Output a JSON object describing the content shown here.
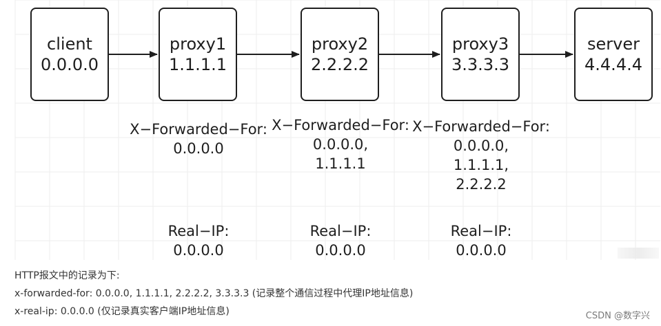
{
  "diagram": {
    "nodes": [
      {
        "name": "client",
        "ip": "0.0.0.0"
      },
      {
        "name": "proxy1",
        "ip": "1.1.1.1"
      },
      {
        "name": "proxy2",
        "ip": "2.2.2.2"
      },
      {
        "name": "proxy3",
        "ip": "3.3.3.3"
      },
      {
        "name": "server",
        "ip": "4.4.4.4"
      }
    ],
    "forwarded": [
      {
        "header": "X−Forwarded−For:",
        "lines": [
          "0.0.0.0"
        ]
      },
      {
        "header": "X−Forwarded−For:",
        "lines": [
          "0.0.0.0,",
          "1.1.1.1"
        ]
      },
      {
        "header": "X−Forwarded−For:",
        "lines": [
          "0.0.0.0,",
          "1.1.1.1,",
          "2.2.2.2"
        ]
      }
    ],
    "real_ip": [
      {
        "header": "Real−IP:",
        "value": "0.0.0.0"
      },
      {
        "header": "Real−IP:",
        "value": "0.0.0.0"
      },
      {
        "header": "Real−IP:",
        "value": "0.0.0.0"
      }
    ],
    "colors": {
      "stroke": "#1e1e1e",
      "grid": "#eeeeee"
    }
  },
  "caption": {
    "line1": "HTTP报文中的记录为下:",
    "line2": "x-forwarded-for: 0.0.0.0, 1.1.1.1, 2.2.2.2, 3.3.3.3 (记录整个通信过程中代理IP地址信息)",
    "line3": "x-real-ip: 0.0.0.0 (仅记录真实客户端IP地址信息)"
  },
  "watermark": "CSDN @数字兴"
}
